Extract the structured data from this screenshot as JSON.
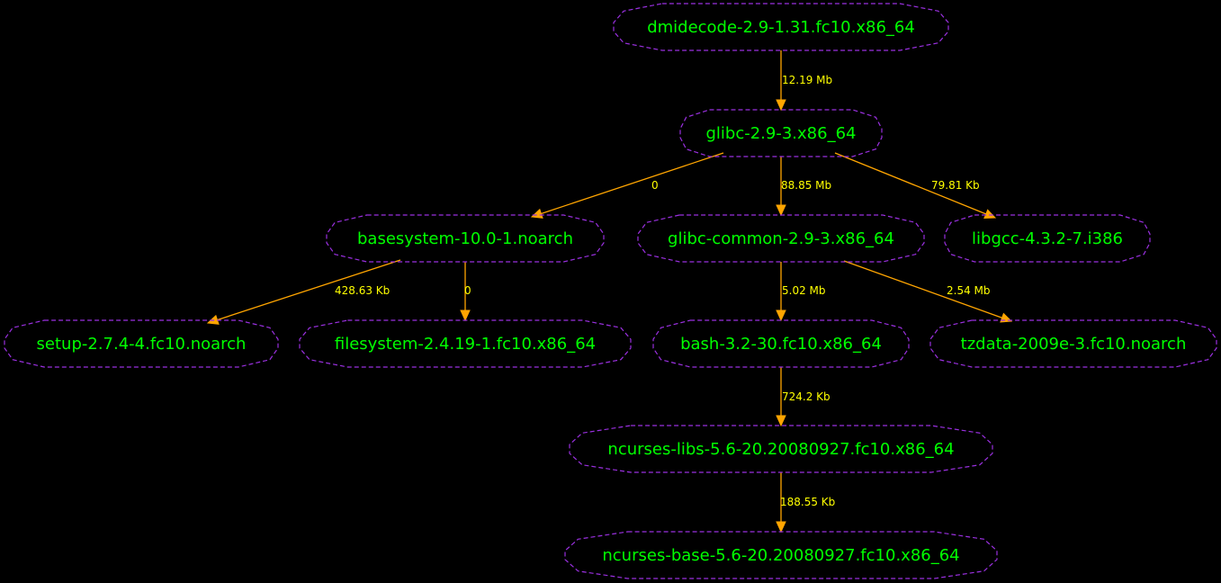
{
  "colors": {
    "background": "#000000",
    "node_border": "#9a30e0",
    "node_text": "#00ff00",
    "edge": "#ffa500",
    "edge_label": "#ffff00"
  },
  "nodes": [
    {
      "id": "dmidecode",
      "label": "dmidecode-2.9-1.31.fc10.x86_64"
    },
    {
      "id": "glibc",
      "label": "glibc-2.9-3.x86_64"
    },
    {
      "id": "basesystem",
      "label": "basesystem-10.0-1.noarch"
    },
    {
      "id": "glibc-common",
      "label": "glibc-common-2.9-3.x86_64"
    },
    {
      "id": "libgcc",
      "label": "libgcc-4.3.2-7.i386"
    },
    {
      "id": "setup",
      "label": "setup-2.7.4-4.fc10.noarch"
    },
    {
      "id": "filesystem",
      "label": "filesystem-2.4.19-1.fc10.x86_64"
    },
    {
      "id": "bash",
      "label": "bash-3.2-30.fc10.x86_64"
    },
    {
      "id": "tzdata",
      "label": "tzdata-2009e-3.fc10.noarch"
    },
    {
      "id": "ncurses-libs",
      "label": "ncurses-libs-5.6-20.20080927.fc10.x86_64"
    },
    {
      "id": "ncurses-base",
      "label": "ncurses-base-5.6-20.20080927.fc10.x86_64"
    }
  ],
  "edges": [
    {
      "from": "dmidecode",
      "to": "glibc",
      "label": "12.19 Mb"
    },
    {
      "from": "glibc",
      "to": "basesystem",
      "label": "0"
    },
    {
      "from": "glibc",
      "to": "glibc-common",
      "label": "88.85 Mb"
    },
    {
      "from": "glibc",
      "to": "libgcc",
      "label": "79.81 Kb"
    },
    {
      "from": "basesystem",
      "to": "setup",
      "label": "428.63 Kb"
    },
    {
      "from": "basesystem",
      "to": "filesystem",
      "label": "0"
    },
    {
      "from": "glibc-common",
      "to": "bash",
      "label": "5.02 Mb"
    },
    {
      "from": "glibc-common",
      "to": "tzdata",
      "label": "2.54 Mb"
    },
    {
      "from": "bash",
      "to": "ncurses-libs",
      "label": "724.2 Kb"
    },
    {
      "from": "ncurses-libs",
      "to": "ncurses-base",
      "label": "188.55 Kb"
    }
  ]
}
